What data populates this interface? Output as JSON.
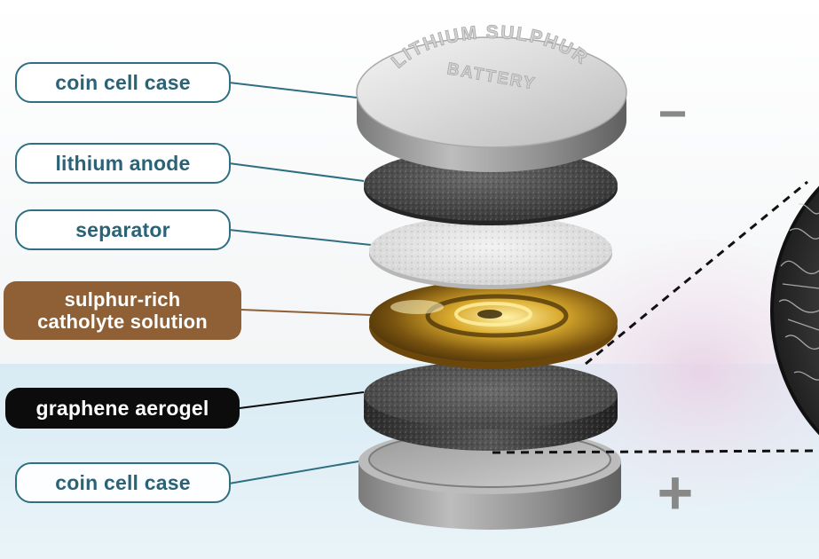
{
  "labels": {
    "coin_cell_case_top": "coin cell case",
    "lithium_anode": "lithium anode",
    "separator": "separator",
    "catholyte_line1": "sulphur-rich",
    "catholyte_line2": "catholyte solution",
    "graphene_aerogel": "graphene aerogel",
    "coin_cell_case_bottom": "coin cell case"
  },
  "battery_engraving": {
    "line1": "LITHIUM SULPHUR",
    "line2": "BATTERY"
  },
  "terminals": {
    "negative": "−",
    "positive": "+"
  },
  "colors": {
    "outline_label_border": "#2e6f82",
    "outline_label_text": "#2a6376",
    "catholyte_label_bg": "#8f6036",
    "aerogel_label_bg": "#0c0c0c",
    "blue_band": "#cfe6f1",
    "gold_layer": "#c9a227"
  }
}
